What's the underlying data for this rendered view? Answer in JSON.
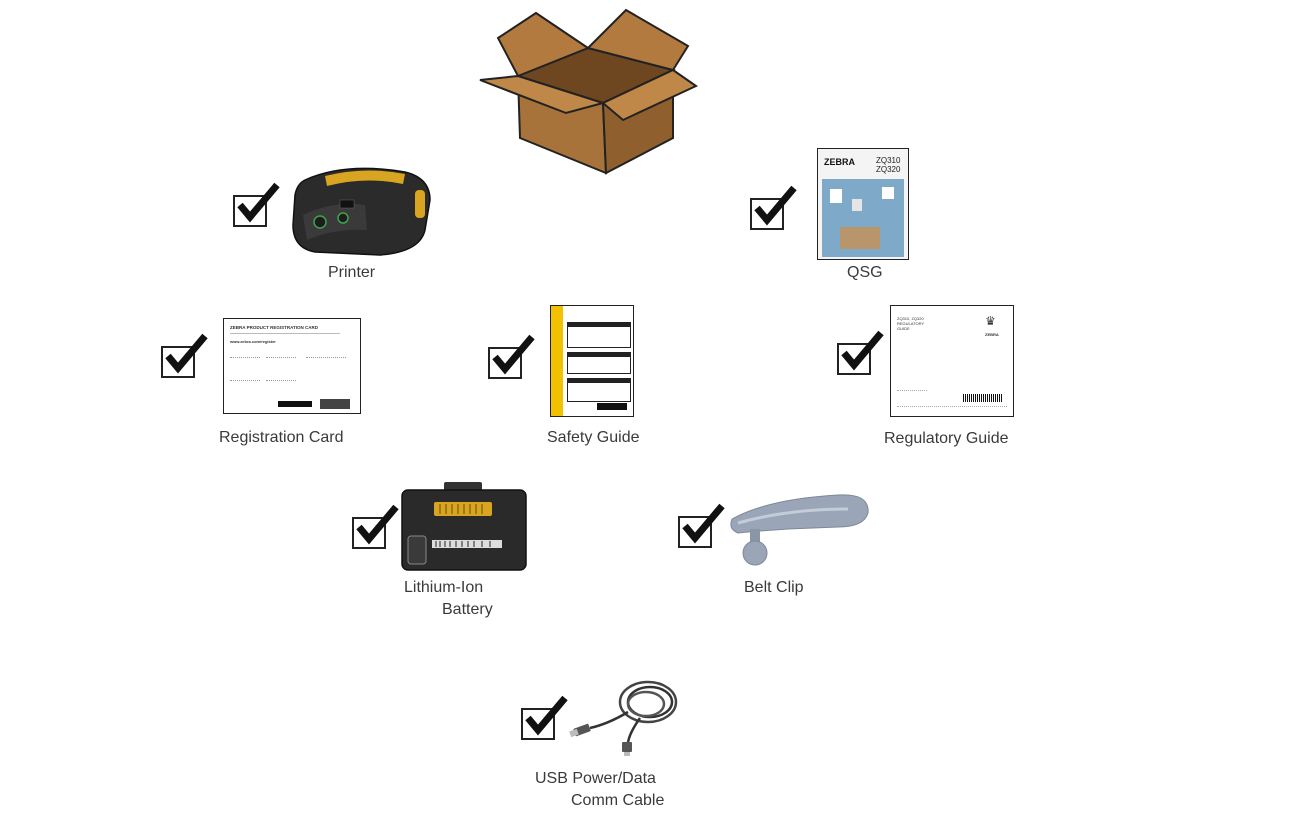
{
  "items": {
    "printer": {
      "label": "Printer"
    },
    "qsg": {
      "label": "QSG",
      "brand": "ZEBRA",
      "model1": "ZQ310",
      "model2": "ZQ320"
    },
    "registration": {
      "label": "Registration Card",
      "card_title": "ZEBRA PRODUCT REGISTRATION CARD",
      "card_url": "www.zebra.com/register"
    },
    "safety": {
      "label": "Safety Guide"
    },
    "regulatory": {
      "label": "Regulatory Guide",
      "brand": "ZEBRA",
      "doc_title": "ZQ310, ZQ320 REGULATORY GUIDE"
    },
    "battery": {
      "label_line1": "Lithium-Ion",
      "label_line2": "Battery"
    },
    "beltclip": {
      "label": "Belt Clip"
    },
    "cable": {
      "label_line1": "USB Power/Data",
      "label_line2": "Comm Cable"
    }
  },
  "colors": {
    "box": "#b27a3f",
    "box_dark": "#8a5a2a",
    "printer": "#2b2b2b",
    "accent": "#d9a520",
    "clip": "#9aa6b8"
  }
}
